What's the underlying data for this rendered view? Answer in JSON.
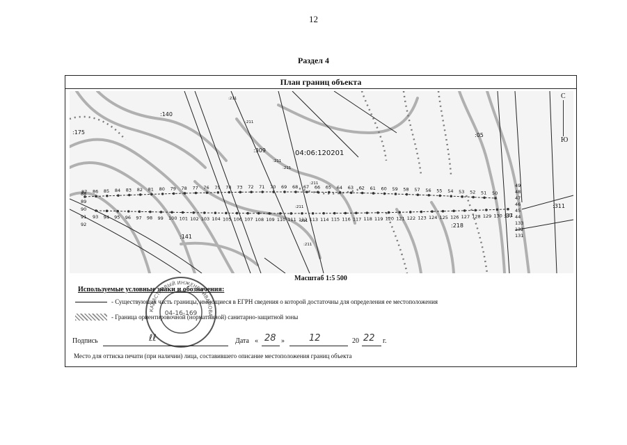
{
  "page": {
    "number": "12",
    "section_title": "Раздел 4"
  },
  "plan": {
    "title": "План границ объекта",
    "scale": "Масштаб 1:5 500",
    "compass": {
      "north": "С",
      "south": "Ю"
    },
    "map_labels": {
      "cadastral": "04:06:120201",
      "parcels": [
        ":140",
        ":175",
        ":309",
        ":141",
        ":211",
        ":211",
        ":211",
        ":211",
        ":211",
        ":211",
        ":211",
        ":211",
        ":05",
        ":218",
        ":37",
        ":311"
      ],
      "upper_points": [
        "87",
        "86",
        "85",
        "84",
        "83",
        "82",
        "81",
        "80",
        "79",
        "78",
        "77",
        "76",
        "75",
        "74",
        "73",
        "72",
        "71",
        "70",
        "69",
        "68",
        "67",
        "66",
        "65",
        "64",
        "63",
        "62",
        "61",
        "60",
        "59",
        "58",
        "57",
        "56",
        "55",
        "54",
        "53",
        "52",
        "51",
        "50"
      ],
      "lower_points": [
        "93",
        "94",
        "95",
        "96",
        "97",
        "98",
        "99",
        "100",
        "101",
        "102",
        "103",
        "104",
        "105",
        "106",
        "107",
        "108",
        "109",
        "110",
        "111",
        "112",
        "113",
        "114",
        "115",
        "116",
        "117",
        "118",
        "119",
        "120",
        "121",
        "122",
        "123",
        "124",
        "125",
        "126",
        "127",
        "128",
        "129",
        "130",
        "131"
      ],
      "left_points": [
        "88",
        "89",
        "90",
        "91",
        "92"
      ],
      "right_points": [
        "49",
        "48",
        "47",
        "46",
        "45",
        "44",
        "133",
        "132",
        "131"
      ]
    }
  },
  "legend": {
    "heading": "Используемые условные знаки и обозначения:",
    "items": [
      {
        "symbol": "solid-line",
        "text": "- Существующая часть границы, имеющиеся в ЕГРН сведения о которой достаточны для определения ее местоположения"
      },
      {
        "symbol": "hatch",
        "text": "- Граница ориентировочной (нормативной) санитарно-защитной зоны"
      }
    ]
  },
  "signature": {
    "label": "Подпись",
    "signature_text": "ℓℓ",
    "date_label": "Дата",
    "open_quote": "«",
    "day": "28",
    "close_quote": "»",
    "month": "12",
    "year_prefix": "20",
    "year_suffix": "22",
    "year_unit": "г."
  },
  "stamp_place_text": "Место для оттиска печати (при наличии) лица, составившего описание местоположения границ объекта",
  "stamp": {
    "center_text": "04-16-169",
    "ring_text": "КАДАСТРОВЫЙ ИНЖЕНЕР ИВАНОВА"
  }
}
